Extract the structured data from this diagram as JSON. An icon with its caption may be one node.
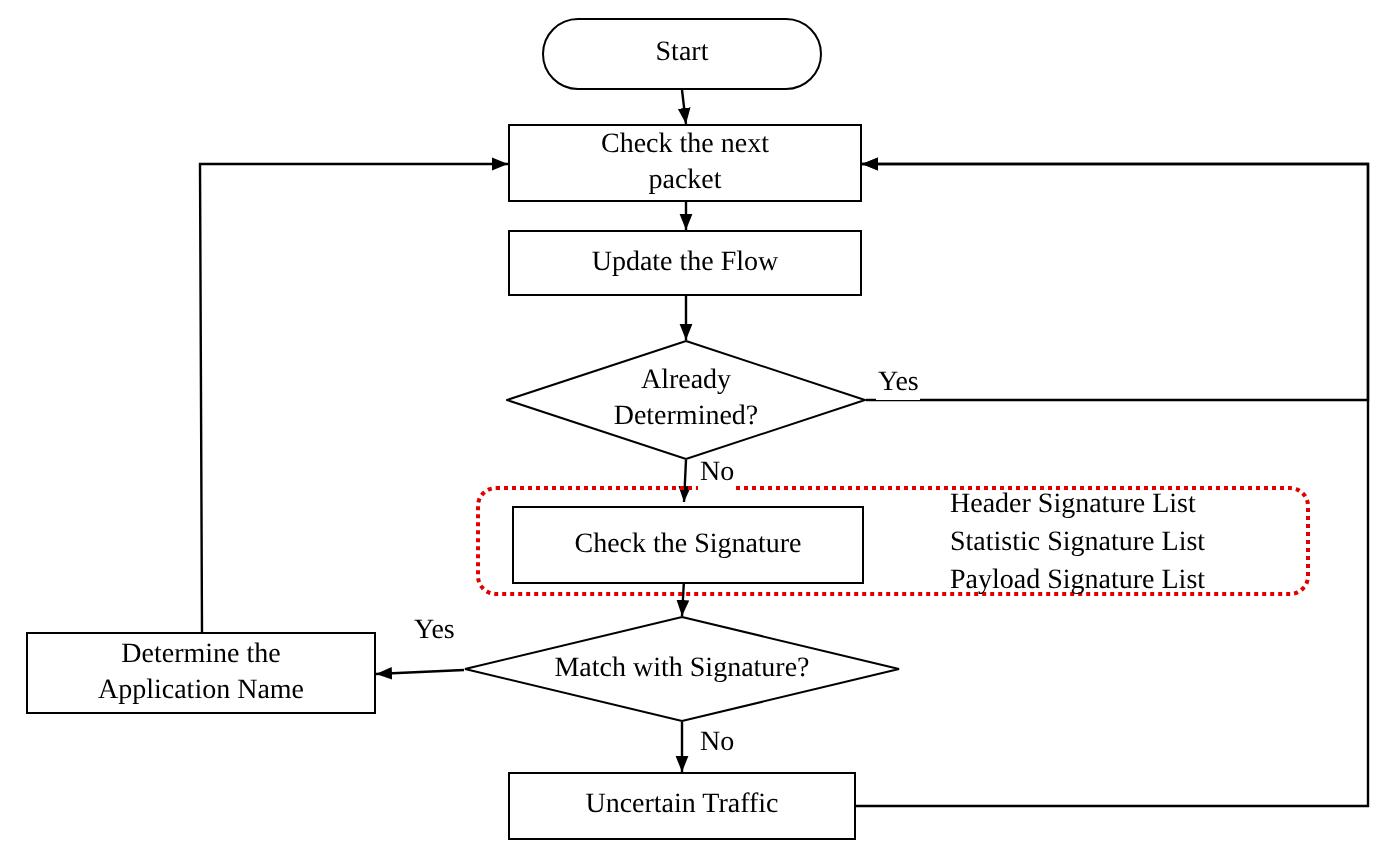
{
  "diagram": {
    "nodes": [
      {
        "text": [
          "Start"
        ]
      },
      {
        "text": [
          "Check the next packet"
        ]
      },
      {
        "text": [
          "Update the Flow"
        ]
      },
      {
        "text": [
          "Already Determined?"
        ]
      },
      {
        "text": [
          "Header Signature List",
          "Statistic Signature List",
          "Payload Signature List"
        ]
      },
      {
        "text": [
          "Check the Signature"
        ],
        "in": 4
      },
      {
        "text": [
          "Match with Signature?"
        ]
      },
      {
        "text": [
          "Determine the Application Name"
        ]
      },
      {
        "text": [
          "Uncertain Traffic"
        ]
      }
    ],
    "edges": [
      {
        "from": 0,
        "to": 1,
        "arrow": "to"
      },
      {
        "from": 1,
        "to": 2,
        "arrow": "to"
      },
      {
        "from": 2,
        "to": 3,
        "arrow": "to"
      },
      {
        "from": 3,
        "to": 1,
        "arrow": "to",
        "label": "Yes"
      },
      {
        "from": 3,
        "to": 5,
        "arrow": "to",
        "label": "No"
      },
      {
        "from": 5,
        "to": 6,
        "arrow": "to"
      },
      {
        "from": 6,
        "to": 7,
        "arrow": "to",
        "label": "Yes"
      },
      {
        "from": 7,
        "to": 1,
        "arrow": "to"
      },
      {
        "from": 6,
        "to": 8,
        "arrow": "to",
        "label": "No"
      },
      {
        "from": 8,
        "to": 1,
        "arrow": "to"
      }
    ]
  }
}
